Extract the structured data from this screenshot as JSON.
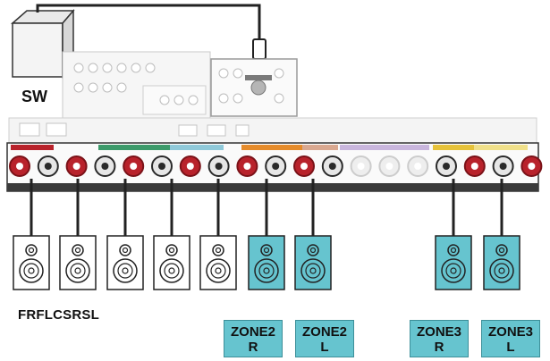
{
  "labels": {
    "subwoofer": "SW",
    "front_speakers": "FRFLCSRSL"
  },
  "zones": [
    {
      "zone": "ZONE2",
      "channel": "R"
    },
    {
      "zone": "ZONE2",
      "channel": "L"
    },
    {
      "zone": "ZONE3",
      "channel": "R"
    },
    {
      "zone": "ZONE3",
      "channel": "L"
    }
  ],
  "colors": {
    "zone_speaker_fill": "#66c4cf",
    "terminal_red": "#b8222b",
    "terminal_black": "#2a2a2a",
    "cable": "#222222"
  }
}
